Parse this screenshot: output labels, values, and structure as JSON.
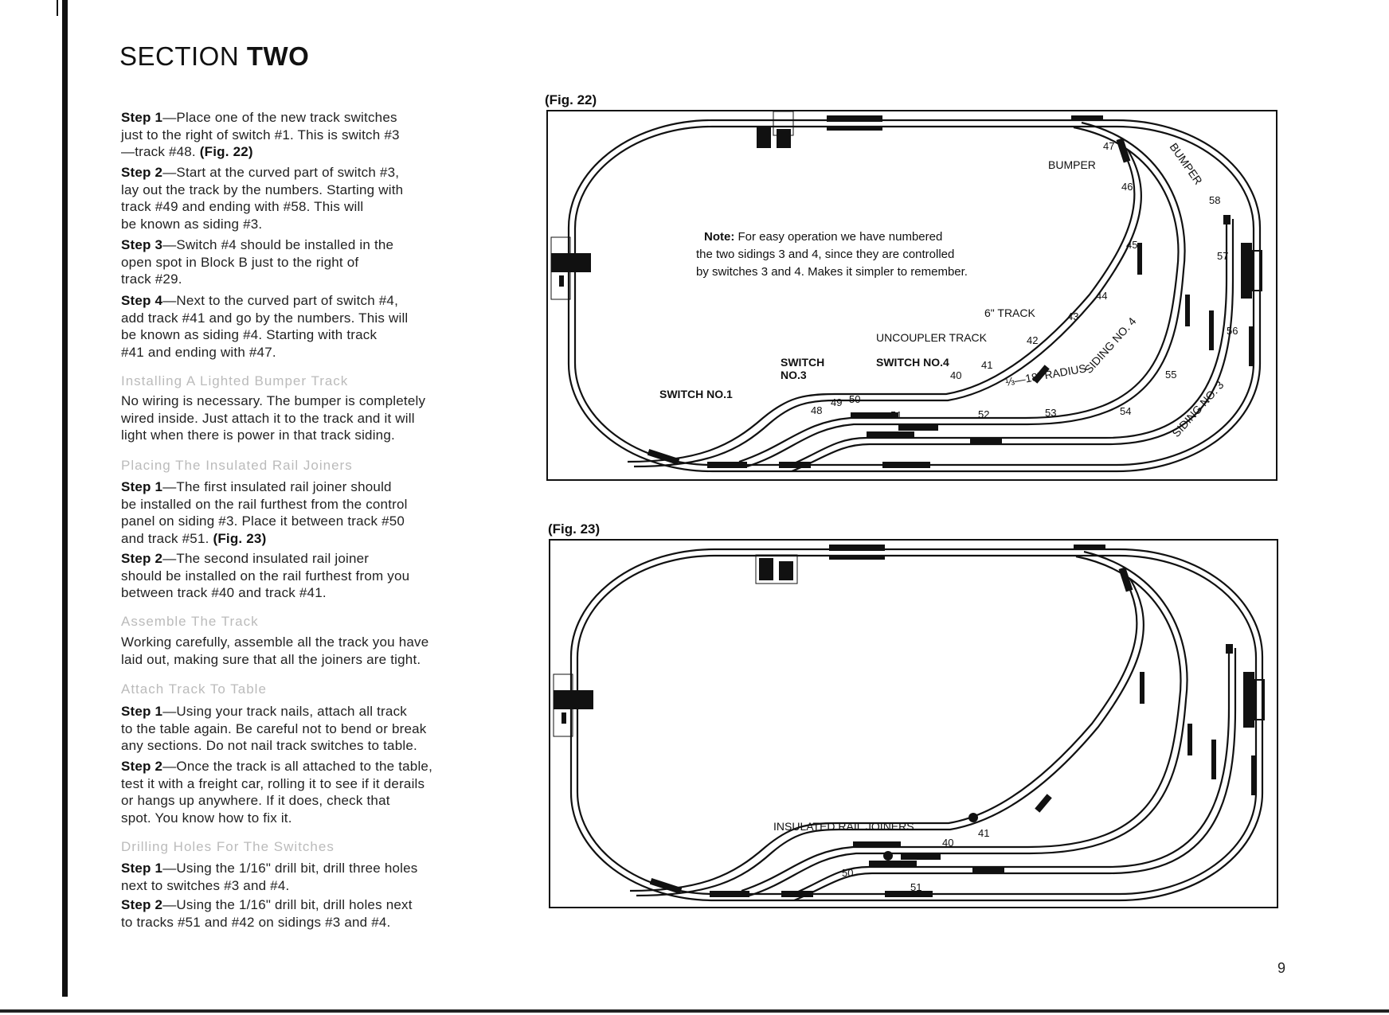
{
  "section": {
    "prefix": "SECTION",
    "number": "TWO"
  },
  "blocks": [
    {
      "step": "Step  1",
      "lines": [
        "—Place one of the new track switches",
        "just to the right of switch #1. This is switch #3",
        "—track #48. "
      ],
      "fig": "(Fig. 22)"
    },
    {
      "step": "Step  2",
      "lines": [
        "—Start at the curved part of switch #3,",
        "lay out the track by the numbers. Starting with",
        "track #49 and ending with #58. This will",
        "be known as siding #3."
      ]
    },
    {
      "step": "Step  3",
      "lines": [
        "—Switch #4 should be installed in the",
        "open spot in Block B just to the right of",
        "track #29."
      ]
    },
    {
      "step": "Step  4",
      "lines": [
        "—Next to the curved part of switch #4,",
        "add track #41 and go by the numbers. This will",
        "be known as siding #4. Starting with track",
        "#41 and ending with #47."
      ]
    }
  ],
  "headings": [
    "Installing A Lighted Bumper Track",
    "Placing The Insulated Rail Joiners",
    "Assemble The Track",
    "Attach Track To Table",
    "Drilling Holes For The Switches"
  ],
  "bumper_para": [
    "No wiring is necessary. The bumper is completely",
    "wired inside. Just attach it to the track and it will",
    "light when there is power in that track siding."
  ],
  "joiners": [
    {
      "step": "Step  1",
      "lines": [
        "—The first insulated rail joiner should",
        "be installed on the rail furthest from the control",
        "panel on siding #3. Place it between track #50",
        "and track #51. "
      ],
      "fig": "(Fig. 23)"
    },
    {
      "step": "Step  2",
      "lines": [
        "—The second insulated rail joiner",
        "should be installed on the rail furthest from you",
        "between track #40 and track #41."
      ]
    }
  ],
  "assemble_para": [
    "Working carefully, assemble all the track you have",
    "laid out, making sure that all the joiners are tight."
  ],
  "attach": [
    {
      "step": "Step  1",
      "lines": [
        "—Using your track nails, attach all track",
        "to the table again. Be careful not to bend or break",
        "any sections. Do not nail track switches to table."
      ]
    },
    {
      "step": "Step  2",
      "lines": [
        "—Once the track is all attached to the table,",
        "test it with a freight car, rolling it to see if it derails",
        "or hangs up anywhere. If it does, check that",
        "spot. You know how to fix it."
      ]
    }
  ],
  "drill": [
    {
      "step": "Step  1",
      "lines": [
        "—Using the 1/16\" drill bit, drill three holes",
        "next to switches #3 and #4."
      ]
    },
    {
      "step": "Step  2",
      "lines": [
        "—Using the 1/16\" drill bit, drill holes next",
        "to tracks #51 and #42 on sidings #3 and #4."
      ]
    }
  ],
  "fig22": {
    "caption": "(Fig. 22)",
    "note_label": "Note:",
    "note_lines": [
      " For easy operation we have numbered",
      "the two sidings 3 and 4, since they are controlled",
      "by switches 3 and 4. Makes it simpler to remember."
    ],
    "labels": {
      "bumper1": "BUMPER",
      "bumper2": "BUMPER",
      "six_track": "6\" TRACK",
      "uncoupler": "UNCOUPLER TRACK",
      "switch4": "SWITCH NO.4",
      "switch3a": "SWITCH",
      "switch3b": "NO.3",
      "switch1": "SWITCH NO.1",
      "radius": "⅓—18\" RADIUS",
      "siding4": "SIDING NO. 4",
      "siding3": "SIDING NO. 3"
    },
    "numbers": {
      "n40": "40",
      "n41": "41",
      "n42": "42",
      "n43": "43",
      "n44": "44",
      "n45": "45",
      "n46": "46",
      "n47": "47",
      "n48": "48",
      "n49": "49",
      "n50": "50",
      "n51": "51",
      "n52": "52",
      "n53": "53",
      "n54": "54",
      "n55": "55",
      "n56": "56",
      "n57": "57",
      "n58": "58"
    }
  },
  "fig23": {
    "caption": "(Fig. 23)",
    "joiners_label": "INSULATED RAIL JOINERS",
    "numbers": {
      "n40": "40",
      "n41": "41",
      "n50": "50",
      "n51": "51"
    }
  },
  "page_number": "9"
}
